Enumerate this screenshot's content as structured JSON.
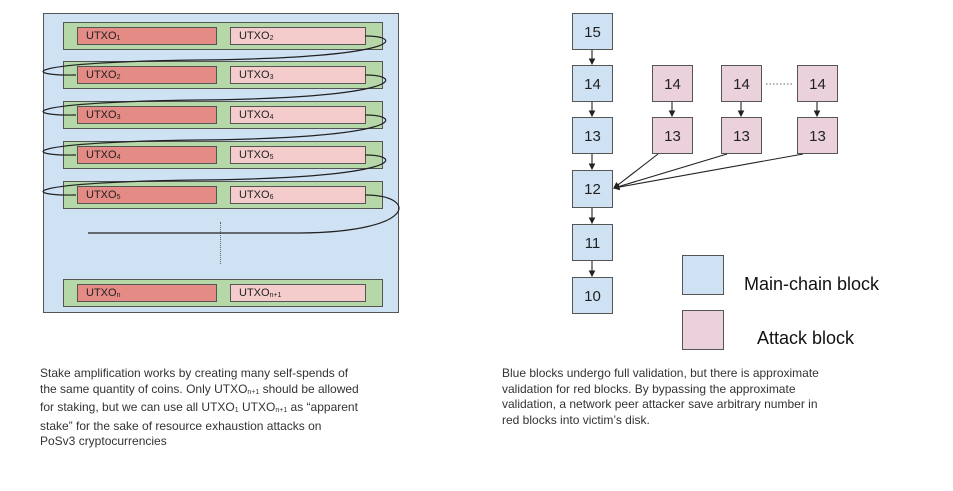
{
  "stake_panel": {
    "rows": [
      {
        "a_base": "UTXO",
        "a_sub": "1",
        "b_base": "UTXO",
        "b_sub": "2"
      },
      {
        "a_base": "UTXO",
        "a_sub": "2",
        "b_base": "UTXO",
        "b_sub": "3"
      },
      {
        "a_base": "UTXO",
        "a_sub": "3",
        "b_base": "UTXO",
        "b_sub": "4"
      },
      {
        "a_base": "UTXO",
        "a_sub": "4",
        "b_base": "UTXO",
        "b_sub": "5"
      },
      {
        "a_base": "UTXO",
        "a_sub": "5",
        "b_base": "UTXO",
        "b_sub": "6"
      },
      {
        "a_base": "UTXO",
        "a_sub": "n",
        "b_base": "UTXO",
        "b_sub": "n+1"
      }
    ],
    "caption": {
      "l1": "Stake amplification works by creating many self-spends of",
      "l2": "the same quantity of coins. Only UTXO",
      "l2_sub": "n+1",
      "l2_tail": " should be allowed",
      "l3": "for staking, but we can use all UTXO",
      "l3_sub1": "1",
      "l3_mid": " UTXO",
      "l3_sub2": "n+1",
      "l3_tail": " as “apparent",
      "l4": "stake” for the sake of resource exhaustion attacks on",
      "l5": "PoSv3 cryptocurrencies"
    }
  },
  "chain_diagram": {
    "main_chain": [
      "15",
      "14",
      "13",
      "12",
      "11",
      "10"
    ],
    "attack_forks": [
      {
        "top": "14",
        "bottom": "13"
      },
      {
        "top": "14",
        "bottom": "13"
      },
      {
        "top": "14",
        "bottom": "13"
      }
    ],
    "legend": {
      "main": "Main-chain block",
      "attack": "Attack block"
    },
    "colors": {
      "main": "#cfe2f3",
      "attack": "#ead1dc"
    },
    "caption": {
      "l1": "Blue blocks undergo full validation, but there is approximate",
      "l2": "validation for red blocks. By bypassing the approximate",
      "l3": "validation, a network peer attacker save arbitrary number in",
      "l4": "red blocks into victim’s disk."
    }
  }
}
